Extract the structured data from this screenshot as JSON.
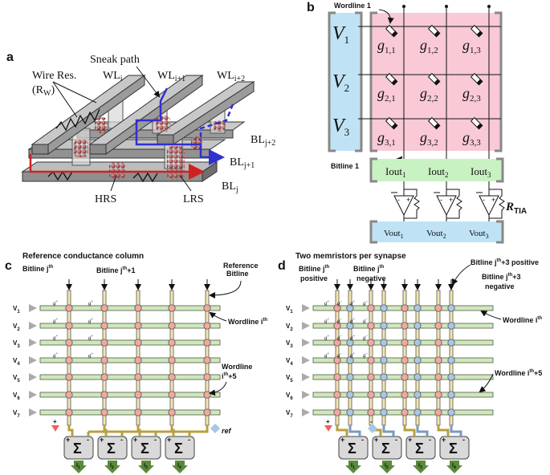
{
  "panels": {
    "a": {
      "letter": "a",
      "wire_res_label": "Wire Res.",
      "rw_label": "(R",
      "rw_sub": "W",
      "sneak_label": "Sneak path",
      "wl_i": "WL",
      "wl_i_sub": "i",
      "wl_i1": "WL",
      "wl_i1_sub": "i+1",
      "wl_i2": "WL",
      "wl_i2_sub": "i+2",
      "bl_j2": "BL",
      "bl_j2_sub": "j+2",
      "bl_j1": "BL",
      "bl_j1_sub": "j+1",
      "bl_j": "BL",
      "bl_j_sub": "j",
      "hrs_label": "HRS",
      "lrs_label": "LRS"
    },
    "b": {
      "letter": "b",
      "wordline_label": "Wordline 1",
      "bitline_label": "Bitline 1",
      "voltages": [
        {
          "main": "V",
          "sub": "1"
        },
        {
          "main": "V",
          "sub": "2"
        },
        {
          "main": "V",
          "sub": "3"
        }
      ],
      "conductances": [
        [
          "1,1",
          "1,2",
          "1,3"
        ],
        [
          "2,1",
          "2,2",
          "2,3"
        ],
        [
          "3,1",
          "3,2",
          "3,3"
        ]
      ],
      "g_symbol": "g",
      "iout_main": "Iout",
      "iout_subs": [
        "1",
        "2",
        "3"
      ],
      "vout_main": "Vout",
      "vout_subs": [
        "1",
        "2",
        "3"
      ],
      "rtia_main": "R",
      "rtia_sub": "TIA"
    },
    "c": {
      "letter": "c",
      "title": "Reference conductance column",
      "bitline_j": "Bitline j",
      "bitline_j_sup": "th",
      "bitline_j1": "Bitline j",
      "bitline_j1_sup": "th",
      "bitline_j1_suffix": "+1",
      "ref_bitline_1": "Reference",
      "ref_bitline_2": "Bitline",
      "wordline_i": "Wordline i",
      "wordline_i_sup": "th",
      "wordline_i5_1": "Wordline",
      "wordline_i5_2": "i",
      "wordline_i5_sup": "th",
      "wordline_i5_suffix": "+5",
      "row_labels": [
        "V",
        "V",
        "V",
        "V",
        "V",
        "V",
        "V"
      ],
      "row_subs": [
        "1",
        "2",
        "3",
        "4",
        "5",
        "6",
        "7"
      ],
      "sum_symbol": "Σ",
      "plus": "+",
      "minus": "-",
      "ref_label": "ref",
      "outputs": [
        "I",
        "I",
        "I",
        "I"
      ],
      "output_subs": [
        "1",
        "2",
        "3",
        "4"
      ]
    },
    "d": {
      "letter": "d",
      "title": "Two memristors per synapse",
      "bl_pos_1": "Bitline j",
      "bl_pos_sup": "th",
      "bl_pos_2": "positive",
      "bl_neg_1": "Bitline j",
      "bl_neg_sup": "th",
      "bl_neg_2": "negative",
      "bl3_pos": "Bitline j",
      "bl3_pos_sup": "th",
      "bl3_pos_suffix": "+3 positive",
      "bl3_neg_1": "Bitline j",
      "bl3_neg_sup": "th",
      "bl3_neg_suffix": "+3",
      "bl3_neg_2": "negative",
      "wordline_i": "Wordline i",
      "wordline_i_sup": "th",
      "wordline_i5": "Wordline i",
      "wordline_i5_sup": "th",
      "wordline_i5_suffix": "+5",
      "row_labels": [
        "V",
        "V",
        "V",
        "V",
        "V",
        "V",
        "V"
      ],
      "row_subs": [
        "1",
        "2",
        "3",
        "4",
        "5",
        "6",
        "7"
      ],
      "sum_symbol": "Σ",
      "plus": "+",
      "minus": "-",
      "outputs": [
        "I",
        "I",
        "I",
        "I"
      ],
      "output_subs": [
        "1",
        "2",
        "3",
        "4"
      ]
    }
  },
  "colors": {
    "voltage_box": "#bfe3f5",
    "conductance_box": "#f9c9d6",
    "iout_box": "#c9f2c2",
    "vout_box": "#bfe3f5",
    "wordline_fill": "#cfe8b8",
    "bitline_fill": "#f3e6b0",
    "pos_node": "#f2a7a0",
    "neg_node": "#a9c6e6",
    "sneak_path": "#3030d0",
    "current_path": "#d02020",
    "output_arrow": "#5a8a3a"
  }
}
